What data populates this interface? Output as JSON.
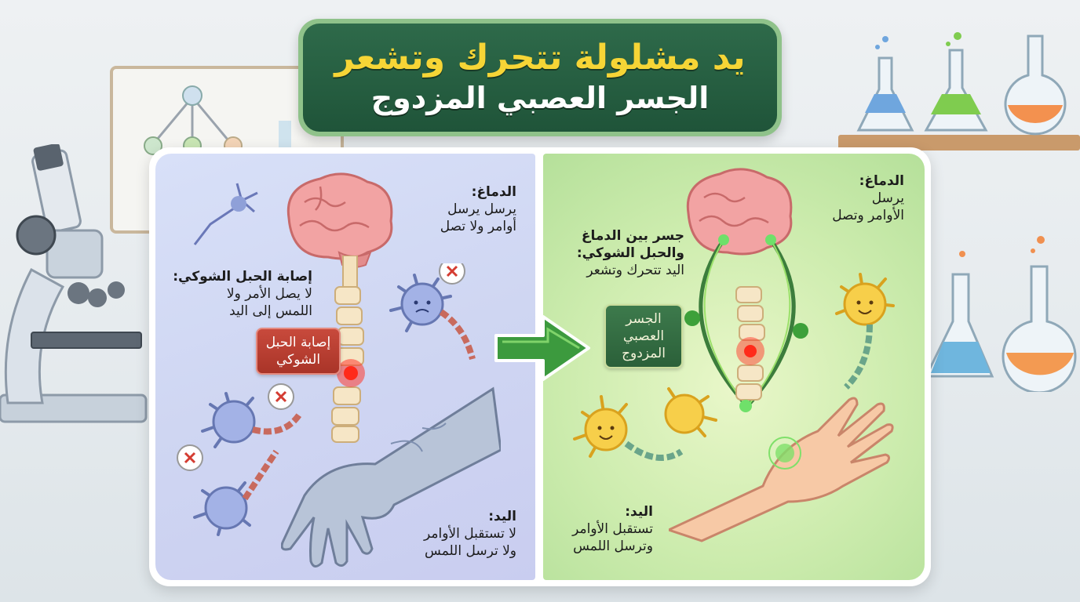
{
  "title": {
    "main": "يد مشلولة تتحرك وتشعر",
    "subtitle": "الجسر العصبي المزدوج"
  },
  "left_panel": {
    "brain_label": {
      "heading": "الدماغ:",
      "line1": "يرسل يرسل",
      "line2": "أوامر ولا تصل"
    },
    "injury_label": {
      "heading": "إصابة الحبل الشوكي:",
      "line1": "لا يصل الأمر ولا",
      "line2": "اللمس إلى اليد"
    },
    "injury_tag": {
      "line1": "إصابة الحبل",
      "line2": "الشوكي"
    },
    "hand_label": {
      "heading": "اليد:",
      "line1": "لا تستقبل الأوامر",
      "line2": "ولا ترسل اللمس"
    }
  },
  "right_panel": {
    "brain_label": {
      "heading": "الدماغ:",
      "line1": "يرسل",
      "line2": "الأوامر وتصل"
    },
    "bridge_label": {
      "heading1": "جسر بين الدماغ",
      "heading2": "والحبل الشوكي:",
      "line1": "اليد تتحرك وتشعر"
    },
    "bridge_tag": {
      "line1": "الجسر",
      "line2": "العصبي",
      "line3": "المزدوج"
    },
    "hand_label": {
      "heading": "اليد:",
      "line1": "تستقبل الأوامر",
      "line2": "وترسل اللمس"
    }
  },
  "colors": {
    "banner_bg": "#2e6a4a",
    "banner_title": "#f6d536",
    "left_panel": "#cfd6f2",
    "right_panel": "#cdecae",
    "injury_red": "#c84a3c",
    "bridge_green": "#3d7a4c",
    "arrow_green": "#3c9a3e"
  },
  "icons": [
    "microscope-icon",
    "flask-icon",
    "brain-icon",
    "spine-icon",
    "neuron-icon",
    "hand-icon",
    "arrow-right-icon",
    "x-mark-icon"
  ]
}
